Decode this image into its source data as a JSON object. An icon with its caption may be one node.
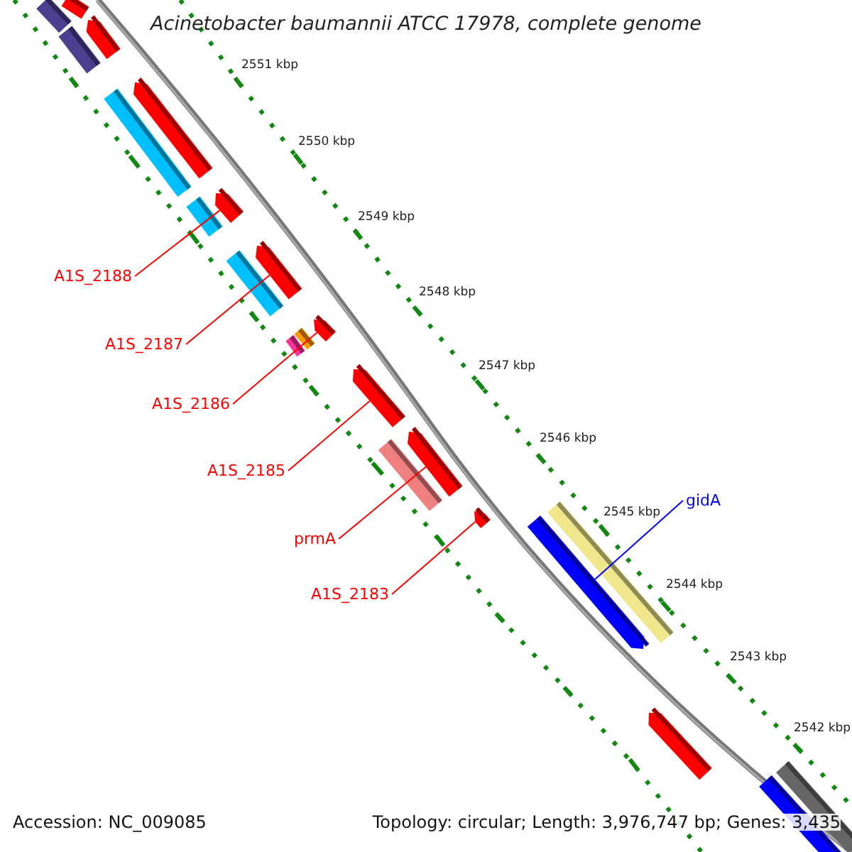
{
  "diagram": {
    "title": "Acinetobacter baumannii ATCC 17978, complete genome",
    "nodes": [
      {
        "text": [
          "A1S_2188"
        ]
      },
      {
        "text": [
          "A1S_2187"
        ]
      },
      {
        "text": [
          "A1S_2186"
        ]
      },
      {
        "text": [
          "A1S_2185"
        ]
      },
      {
        "text": [
          "prmA"
        ]
      },
      {
        "text": [
          "A1S_2183"
        ]
      },
      {
        "text": [
          "gidA"
        ]
      },
      {
        "text": [],
        "shape": "bar"
      },
      {
        "text": [],
        "shape": "bar"
      },
      {
        "text": [],
        "shape": "bar"
      },
      {
        "text": [],
        "shape": "bar"
      },
      {
        "text": [],
        "shape": "bar"
      },
      {
        "text": [],
        "shape": "bar"
      },
      {
        "text": [],
        "shape": "bar"
      },
      {
        "text": [],
        "shape": "bar"
      },
      {
        "text": [],
        "shape": "bar"
      },
      {
        "text": [],
        "shape": "bar"
      },
      {
        "text": [],
        "shape": "bar"
      },
      {
        "text": [],
        "shape": "bar"
      },
      {
        "text": [],
        "shape": "bar"
      },
      {
        "text": [],
        "shape": "bar"
      },
      {
        "text": [],
        "shape": "bar"
      },
      {
        "text": [],
        "shape": "bar"
      },
      {
        "text": [],
        "shape": "bar"
      },
      {
        "text": [],
        "shape": "bar"
      },
      {
        "text": [],
        "shape": "bar"
      },
      {
        "text": [],
        "shape": "bar"
      },
      {
        "text": [],
        "shape": "bar"
      },
      {
        "text": [],
        "shape": "bar"
      }
    ],
    "edges": [
      {
        "from": 0,
        "to": 13,
        "arrow": "none"
      },
      {
        "from": 1,
        "to": 15,
        "arrow": "none"
      },
      {
        "from": 2,
        "to": 17,
        "arrow": "none"
      },
      {
        "from": 3,
        "to": 20,
        "arrow": "none"
      },
      {
        "from": 4,
        "to": 21,
        "arrow": "none"
      },
      {
        "from": 5,
        "to": 24,
        "arrow": "none"
      },
      {
        "from": 6,
        "to": 25,
        "arrow": "none",
        "color": "#0000ff"
      }
    ],
    "labels": [
      "2551 kbp",
      "2550 kbp",
      "2549 kbp",
      "2548 kbp",
      "2547 kbp",
      "2546 kbp",
      "2545 kbp",
      "2544 kbp",
      "2543 kbp",
      "2542 kbp",
      "Accession: NC_009085",
      "Topology: circular; Length: 3,976,747 bp; Genes: 3,435"
    ]
  }
}
